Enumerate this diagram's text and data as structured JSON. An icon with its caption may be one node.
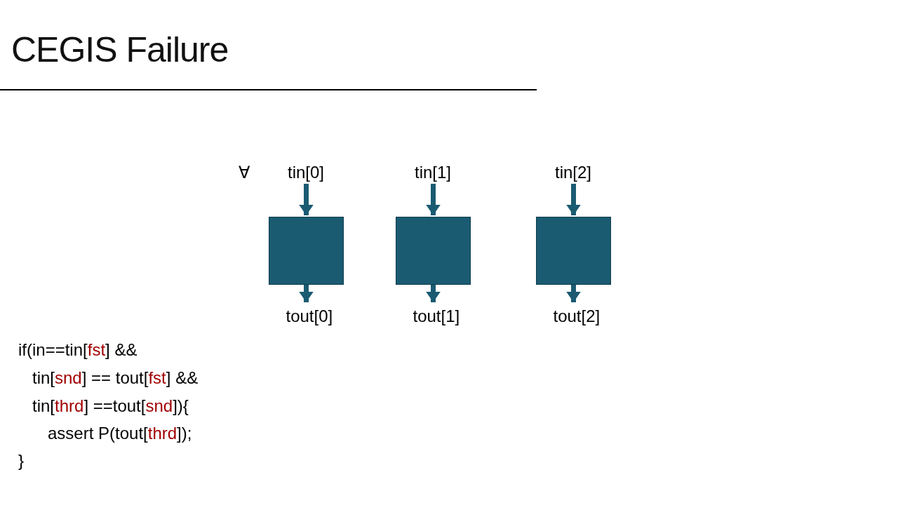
{
  "diagram": {
    "title": "CEGIS Failure",
    "nodes": [
      {
        "text": [
          "tin[0]"
        ]
      },
      {
        "text": [
          "tin[1]"
        ]
      },
      {
        "text": [
          "tin[2]"
        ]
      },
      {
        "text": [],
        "shape": "box"
      },
      {
        "text": [],
        "shape": "box"
      },
      {
        "text": [],
        "shape": "box"
      },
      {
        "text": [
          "tout[0]"
        ]
      },
      {
        "text": [
          "tout[1]"
        ]
      },
      {
        "text": [
          "tout[2]"
        ]
      }
    ],
    "edges": [
      {
        "from": 0,
        "to": 3,
        "arrow": "to"
      },
      {
        "from": 1,
        "to": 4,
        "arrow": "to"
      },
      {
        "from": 2,
        "to": 5,
        "arrow": "to"
      },
      {
        "from": 3,
        "to": 6,
        "arrow": "to"
      },
      {
        "from": 4,
        "to": 7,
        "arrow": "to"
      },
      {
        "from": 5,
        "to": 8,
        "arrow": "to"
      }
    ],
    "labels": [
      "∀",
      "if(in==tin[**fst**] &&",
      "tin[**snd**] == tout[**fst**] &&",
      "tin[**thrd**] ==tout[**snd**]){",
      "assert P(tout[**thrd**]);",
      "}"
    ]
  }
}
